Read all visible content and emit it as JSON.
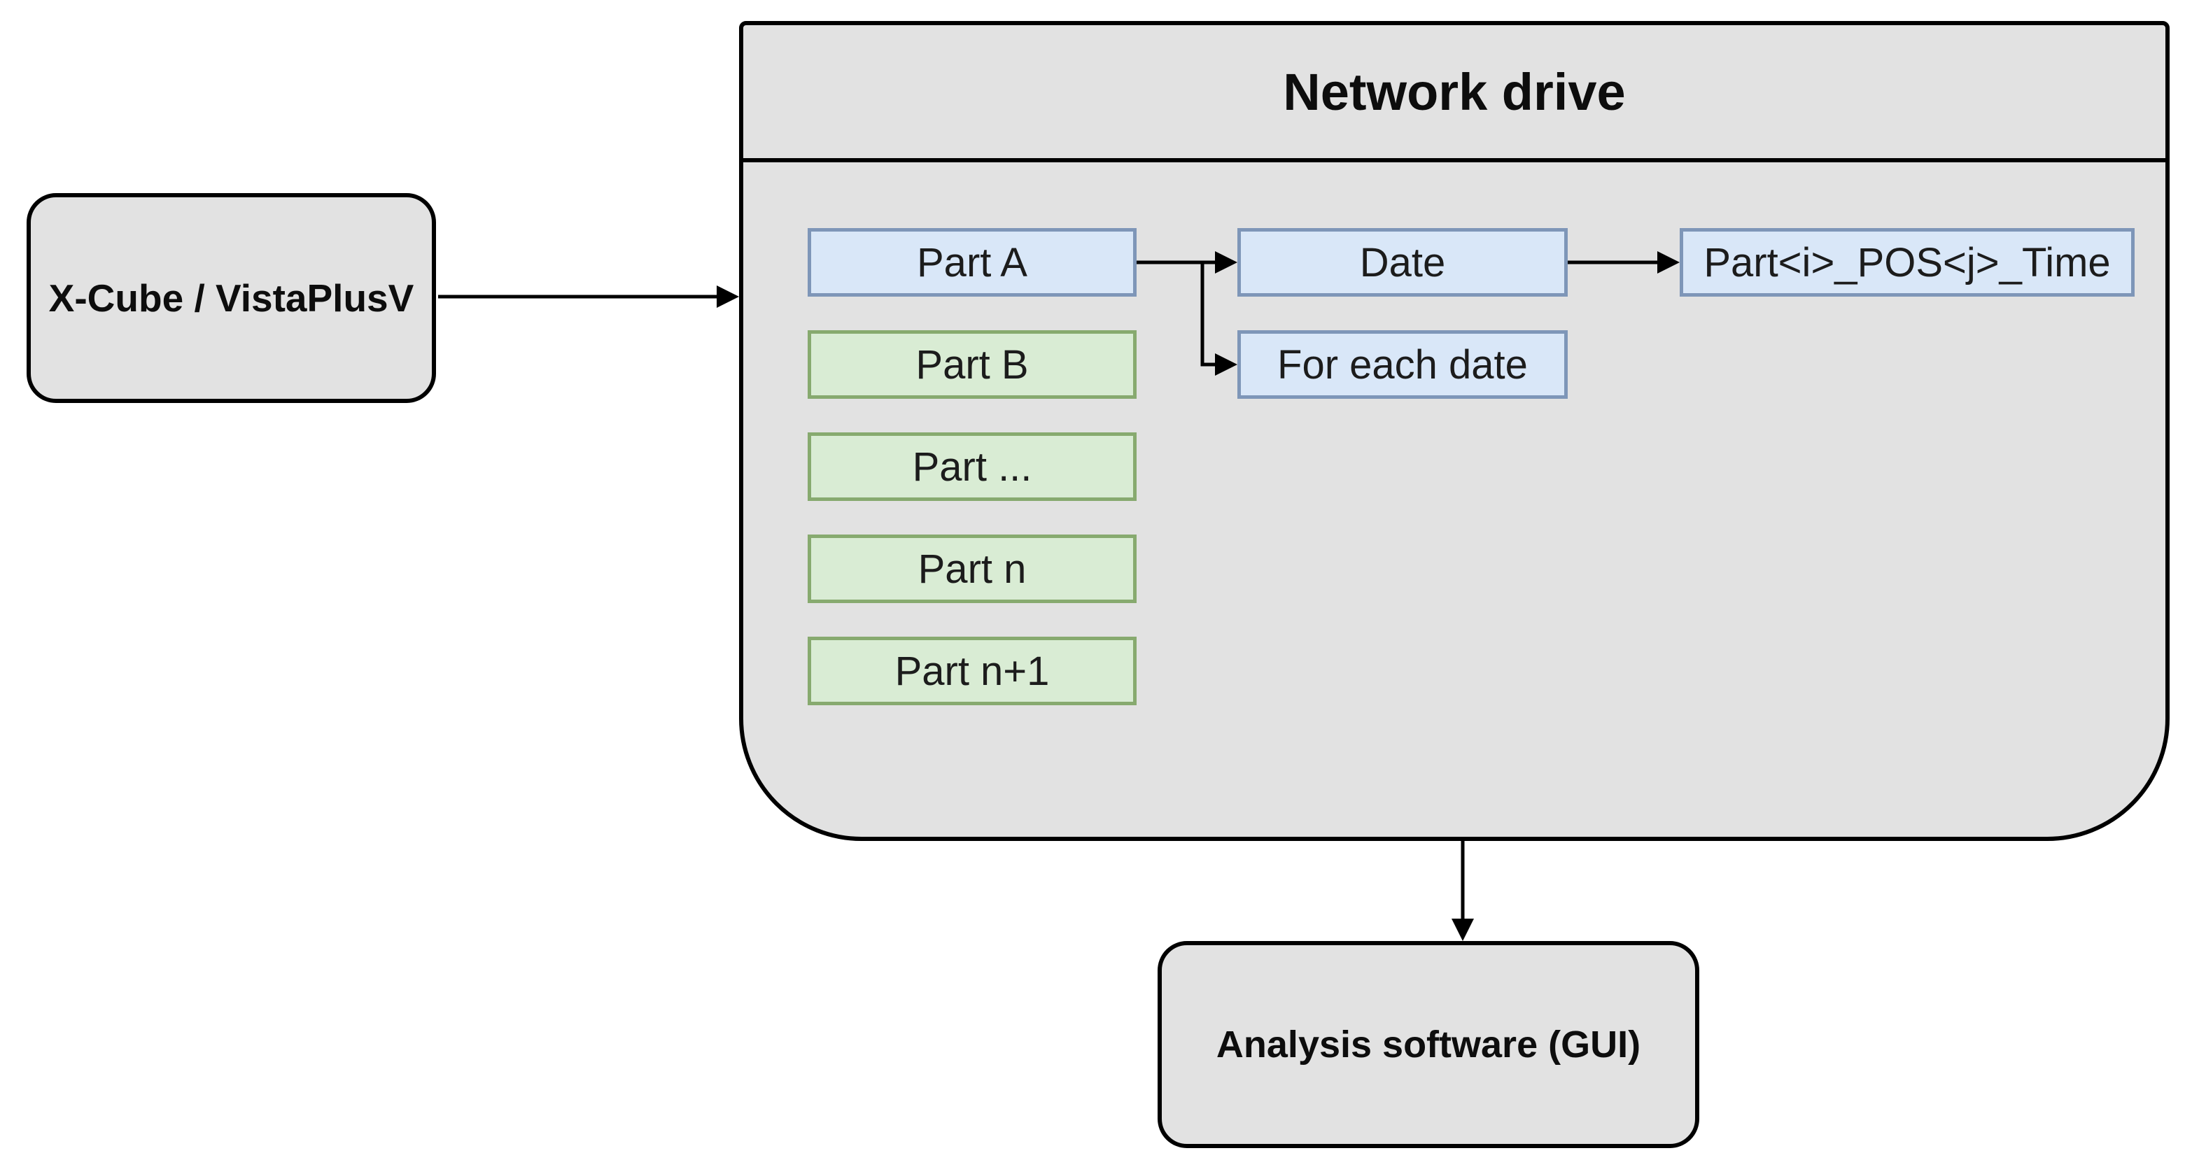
{
  "diagram": {
    "source": {
      "label": "X-Cube / VistaPlusV"
    },
    "network_drive": {
      "title": "Network drive",
      "parts": [
        {
          "label": "Part A",
          "style": "blue"
        },
        {
          "label": "Part B",
          "style": "green"
        },
        {
          "label": "Part ...",
          "style": "green"
        },
        {
          "label": "Part n",
          "style": "green"
        },
        {
          "label": "Part n+1",
          "style": "green"
        }
      ],
      "date": {
        "label": "Date"
      },
      "for_each_date": {
        "label": "For each date"
      },
      "file_pattern": {
        "label": "Part<i>_POS<j>_Time"
      }
    },
    "analysis": {
      "label": "Analysis software (GUI)"
    },
    "colors": {
      "gray_fill": "#e2e2e2",
      "gray_border": "#000000",
      "blue_fill": "#d9e7f8",
      "blue_border": "#7e96b8",
      "green_fill": "#d9ecd4",
      "green_border": "#87aa6f",
      "arrow": "#000000",
      "text": "#1c1c1c"
    }
  }
}
